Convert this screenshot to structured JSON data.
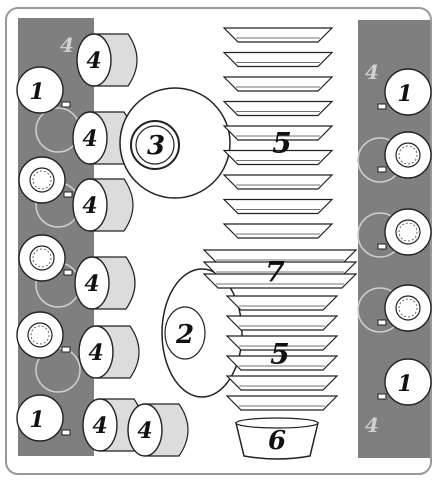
{
  "labels": {
    "cup": "1",
    "glass_bowl": "2",
    "large_plate": "3",
    "mug": "4",
    "saucer": "5",
    "bowl": "6",
    "dinner_plate": "7"
  },
  "colors": {
    "rack_gray": "#7f7f7f",
    "mug_fill": "#dcdcdc",
    "outline": "#222222",
    "background": "#ffffff"
  }
}
